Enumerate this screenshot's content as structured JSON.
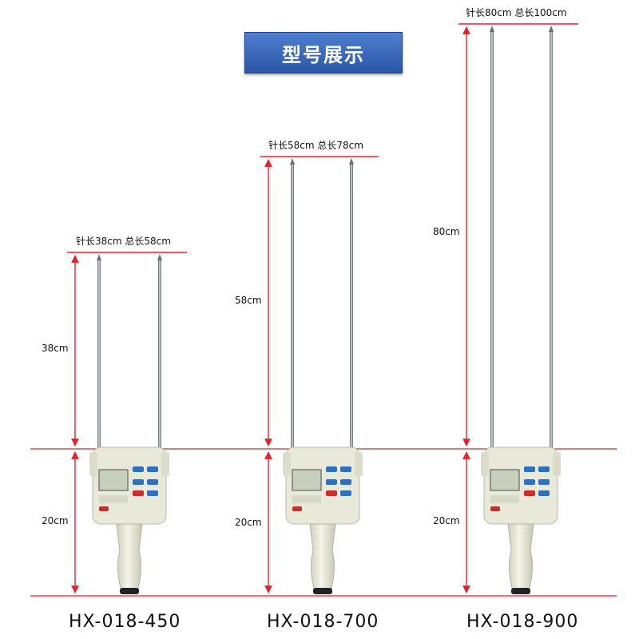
{
  "title": "型号展示",
  "models": [
    {
      "model_label": "HX-018-450",
      "header_label": "针长38cm 总长58cm",
      "probe_label": "38cm",
      "body_label": "20cm"
    },
    {
      "model_label": "HX-018-700",
      "header_label": "针长58cm 总长78cm",
      "probe_label": "58cm",
      "body_label": "20cm"
    },
    {
      "model_label": "HX-018-900",
      "header_label": "针长80cm 总长100cm",
      "probe_label": "80cm",
      "body_label": "20cm"
    }
  ],
  "colors": {
    "banner_top": "#4f7fd0",
    "banner_bottom": "#2b56a8",
    "dimension_line": "#e8202a",
    "device_body": "#e8e8d8",
    "probe": "#8a8f96"
  },
  "icons": [
    "moisture-meter-device-icon",
    "steel-probe-icon"
  ]
}
